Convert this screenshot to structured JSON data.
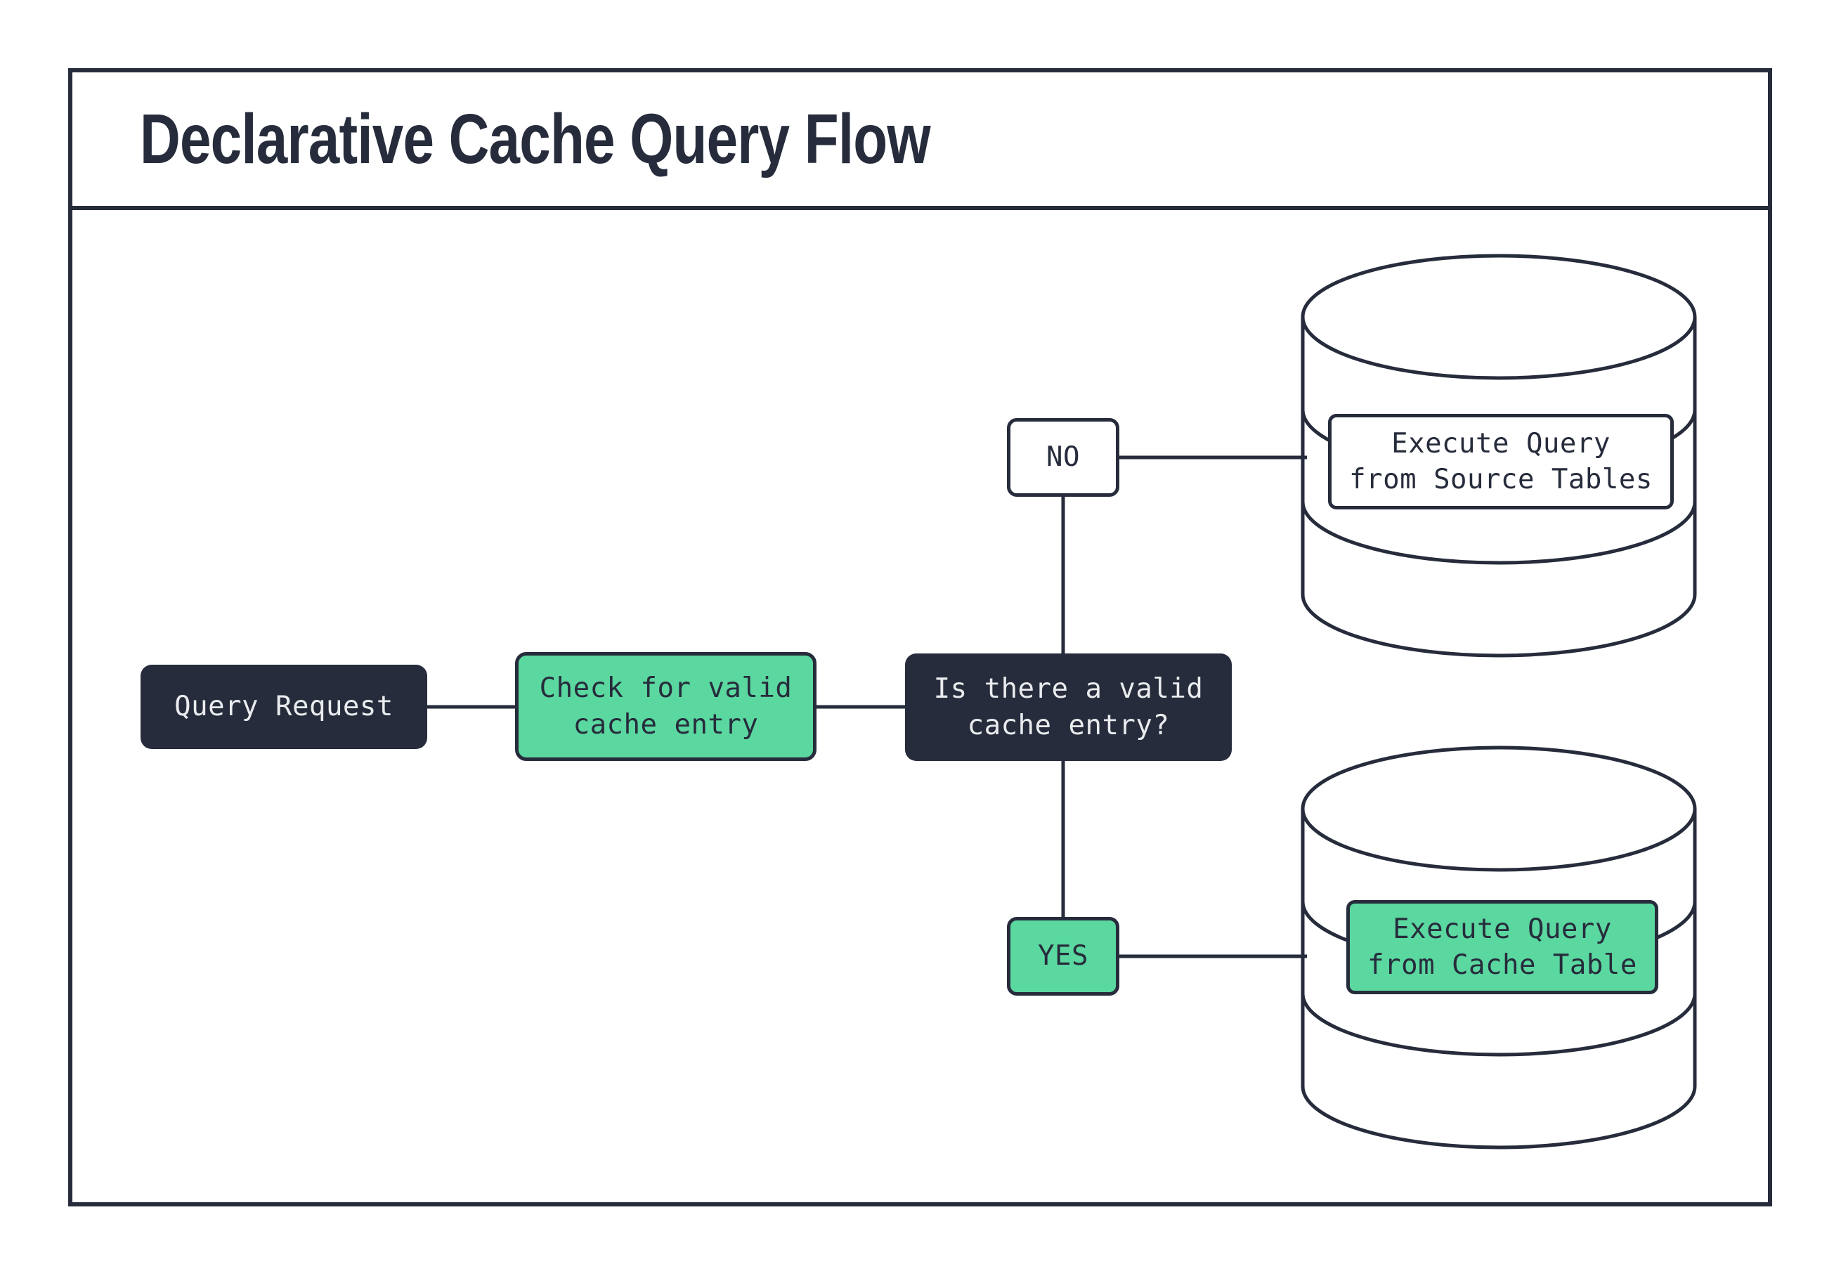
{
  "title": "Declarative Cache Query Flow",
  "colors": {
    "ink": "#262c3b",
    "green": "#5bd7a0",
    "paper": "#ffffff",
    "light_text": "#e9ebee"
  },
  "nodes": {
    "query_request": {
      "label": "Query Request"
    },
    "check_cache": {
      "label": "Check for valid\ncache entry"
    },
    "decision": {
      "label": "Is there a valid\ncache entry?"
    },
    "branch_no": {
      "label": "NO"
    },
    "branch_yes": {
      "label": "YES"
    },
    "source_db": {
      "label": "Execute Query\nfrom Source Tables"
    },
    "cache_db": {
      "label": "Execute Query\nfrom Cache Table"
    }
  }
}
